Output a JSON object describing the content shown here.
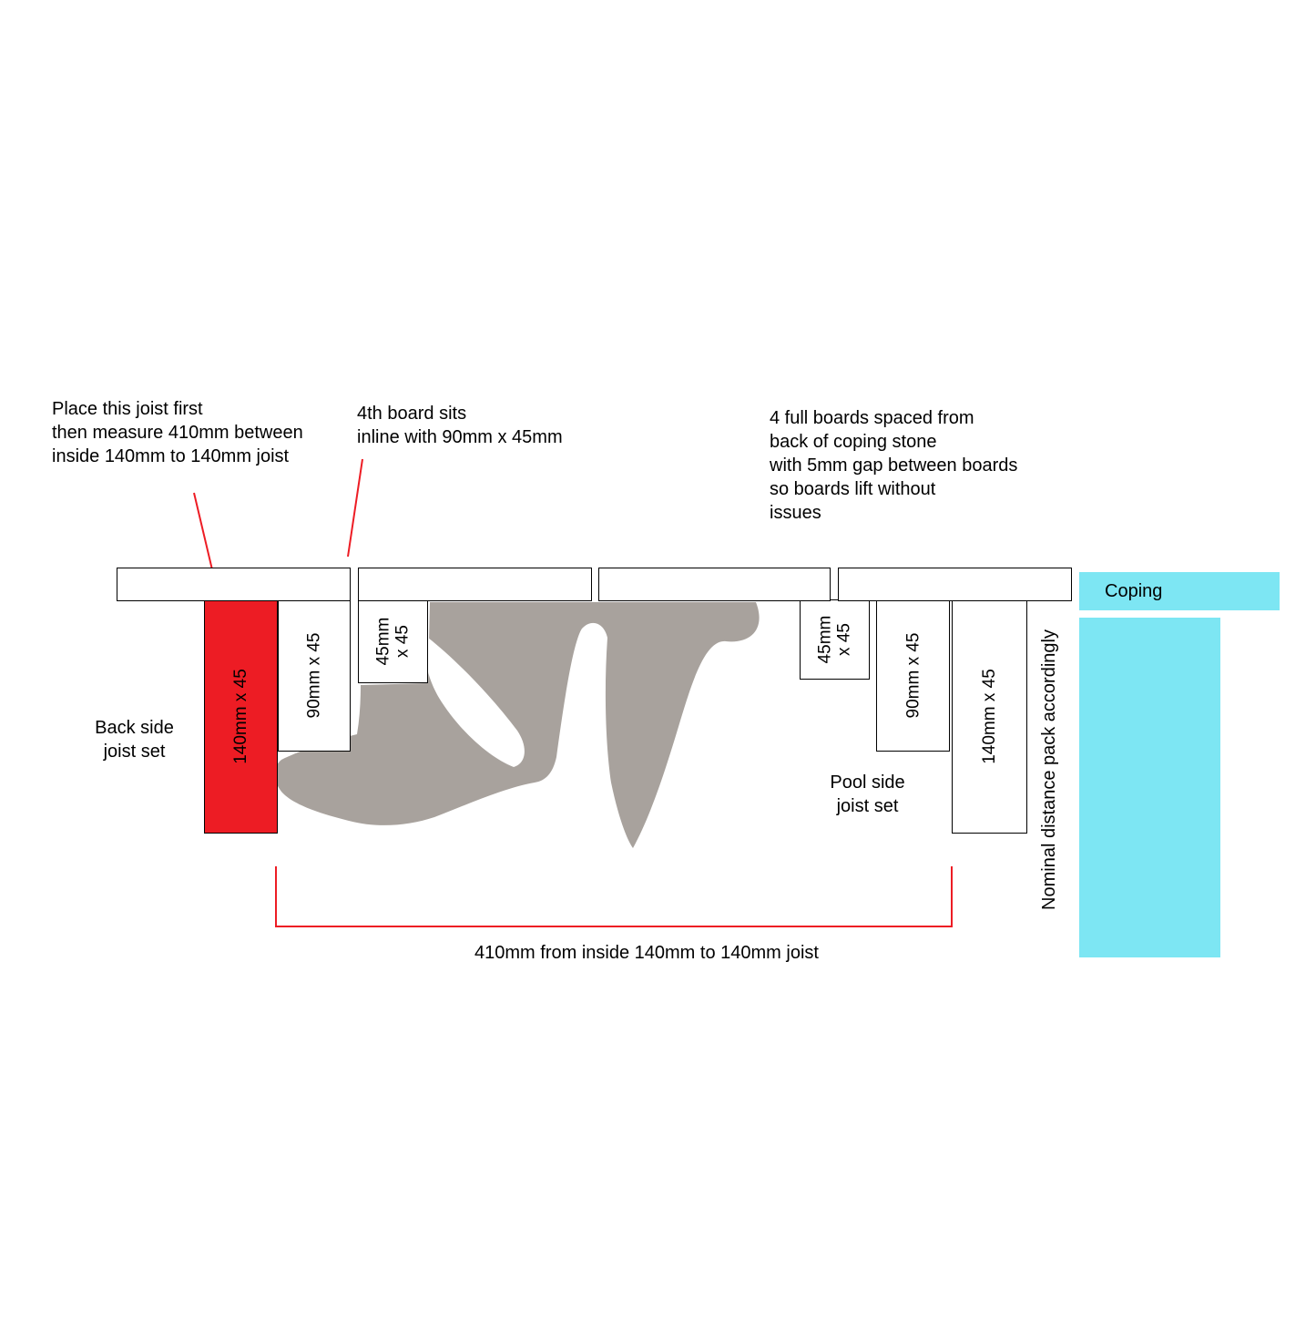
{
  "diagram": {
    "annotations": {
      "place_joist_first": "Place this joist first\nthen measure 410mm between\ninside 140mm to 140mm joist",
      "fourth_board": "4th board sits\ninline with 90mm x 45mm",
      "four_full_boards": "4 full boards spaced from\nback of coping stone\nwith 5mm gap between boards\nso boards lift without\nissues",
      "back_side_joist_set": "Back side\njoist set",
      "pool_side_joist_set": "Pool side\njoist set",
      "nominal_distance": "Nominal distance pack accordingly",
      "dimension_410": "410mm from inside 140mm to 140mm joist"
    },
    "labels": {
      "coping": "Coping",
      "back_joist_140": "140mm x 45",
      "back_joist_90": "90mm x 45",
      "back_joist_45": "45mm\nx 45",
      "pool_joist_45": "45mm\nx 45",
      "pool_joist_90": "90mm x 45",
      "pool_joist_140": "140mm x 45"
    },
    "colors": {
      "highlight_red": "#ed1c24",
      "coping_cyan": "#7de6f3",
      "substructure_gray": "#a8a29d",
      "outline_black": "#000000"
    }
  }
}
